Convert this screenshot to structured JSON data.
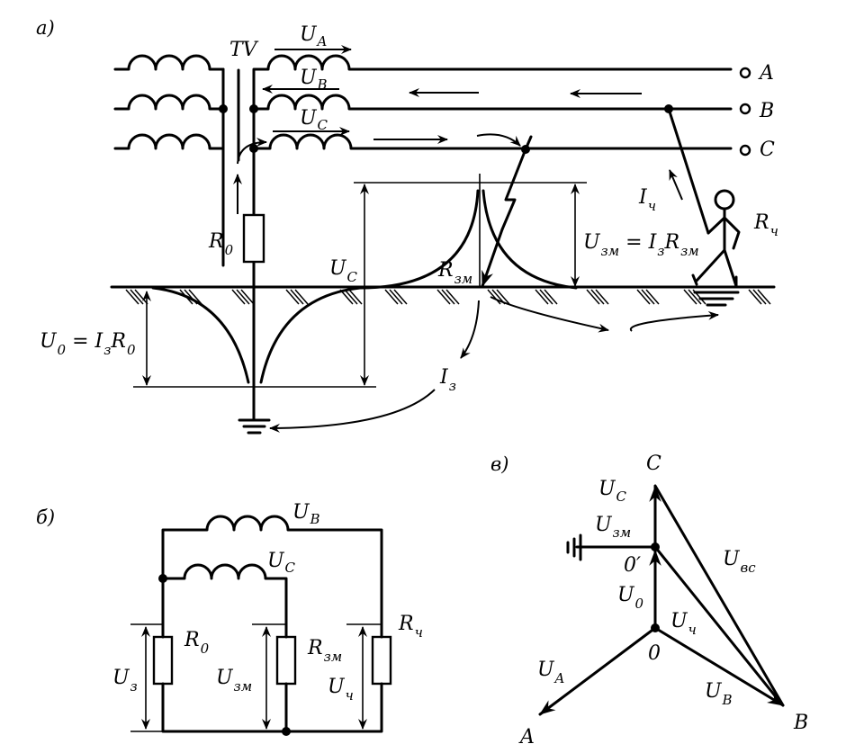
{
  "panels": {
    "a": {
      "tag": "а)",
      "transformer_label": "TV",
      "phase_voltages": [
        {
          "main": "U",
          "sub": "A"
        },
        {
          "main": "U",
          "sub": "B"
        },
        {
          "main": "U",
          "sub": "C"
        }
      ],
      "terminals": [
        "A",
        "B",
        "C"
      ],
      "r0": {
        "main": "R",
        "sub": "0"
      },
      "uc": {
        "main": "U",
        "sub": "C"
      },
      "rzm": {
        "main": "R",
        "sub": "зм"
      },
      "u0_formula": {
        "a": "U",
        "a_sub": "0",
        "eq": " = I",
        "b_sub": "з",
        "c": "R",
        "c_sub": "0"
      },
      "uzm_formula": {
        "a": "U",
        "a_sub": "зм",
        "eq": " = I",
        "b_sub": "з",
        "c": "R",
        "c_sub": "зм"
      },
      "iz": {
        "main": "I",
        "sub": "з"
      },
      "ich": {
        "main": "I",
        "sub": "ч"
      },
      "rch": {
        "main": "R",
        "sub": "ч"
      }
    },
    "b": {
      "tag": "б)",
      "ub": {
        "main": "U",
        "sub": "B"
      },
      "uc": {
        "main": "U",
        "sub": "C"
      },
      "r0": {
        "main": "R",
        "sub": "0"
      },
      "rzm": {
        "main": "R",
        "sub": "зм"
      },
      "rch": {
        "main": "R",
        "sub": "ч"
      },
      "uz": {
        "main": "U",
        "sub": "з"
      },
      "uzm": {
        "main": "U",
        "sub": "зм"
      },
      "uch": {
        "main": "U",
        "sub": "ч"
      }
    },
    "c": {
      "tag": "в)",
      "points": {
        "C": "C",
        "A": "A",
        "B": "B",
        "O": "0",
        "O_prime": "0′"
      },
      "uc": {
        "main": "U",
        "sub": "C"
      },
      "uzm": {
        "main": "U",
        "sub": "зм"
      },
      "u0": {
        "main": "U",
        "sub": "0"
      },
      "uch": {
        "main": "U",
        "sub": "ч"
      },
      "ua": {
        "main": "U",
        "sub": "A"
      },
      "ub": {
        "main": "U",
        "sub": "B"
      },
      "ubc": {
        "main": "U",
        "sub": "вс"
      }
    }
  }
}
